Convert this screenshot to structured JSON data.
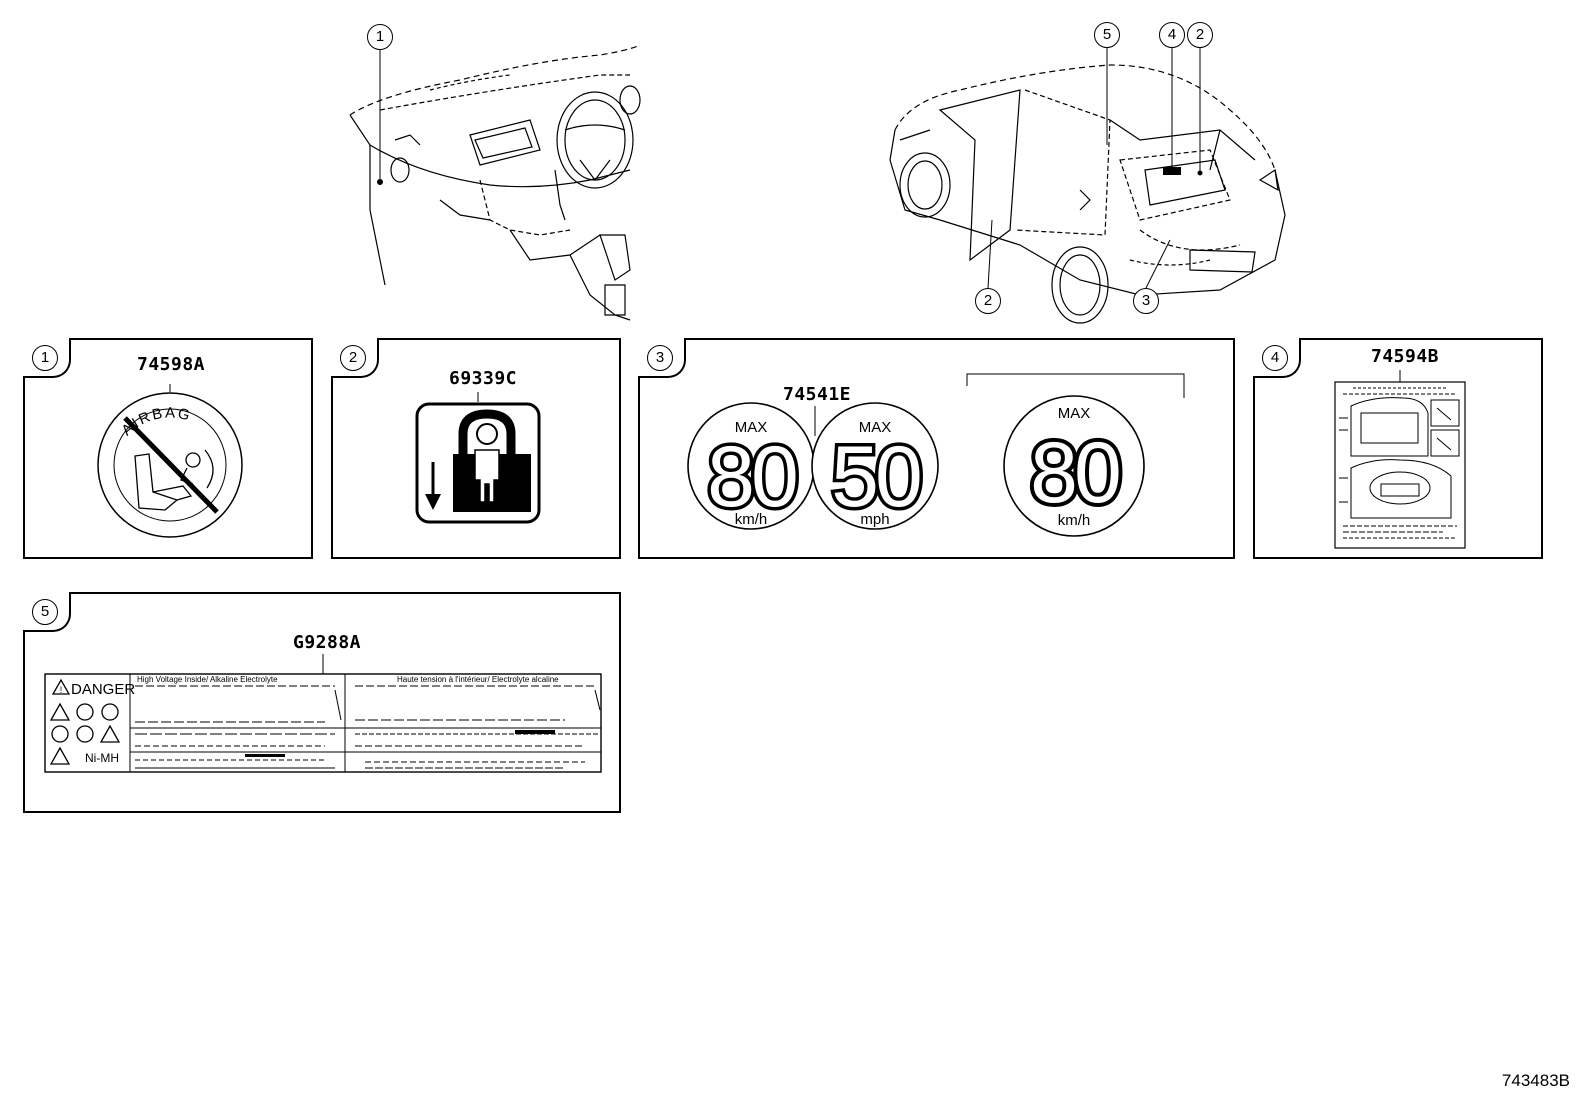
{
  "overview": {
    "dashboard_callouts": [
      "1"
    ],
    "rear_callouts": [
      "5",
      "4",
      "2",
      "2",
      "3"
    ]
  },
  "panels": [
    {
      "num": "1",
      "part": "74598A",
      "label_text": "AIRBAG"
    },
    {
      "num": "2",
      "part": "69339C"
    },
    {
      "num": "3",
      "part": "74541E",
      "signs": [
        {
          "max": "MAX",
          "value": "80",
          "unit": "km/h"
        },
        {
          "max": "MAX",
          "value": "50",
          "unit": "mph"
        },
        {
          "max": "MAX",
          "value": "80",
          "unit": "km/h"
        }
      ]
    },
    {
      "num": "4",
      "part": "74594B"
    },
    {
      "num": "5",
      "part": "G9288A",
      "danger": "DANGER",
      "chem": "Ni-MH",
      "line_en": "High Voltage Inside/ Alkaline Electrolyte",
      "line_fr": "Haute tension à l'intérieur/ Electrolyte alcaline"
    }
  ],
  "figure_id": "743483B"
}
